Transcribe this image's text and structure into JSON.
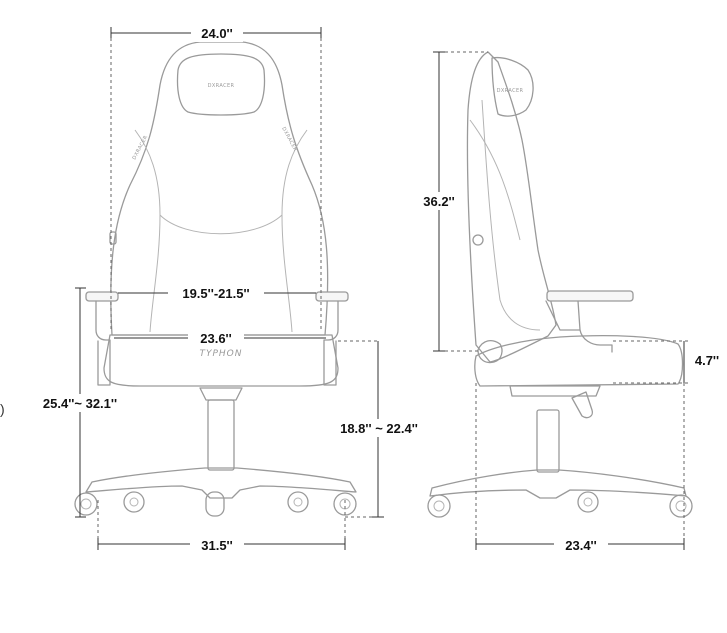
{
  "dimensions": {
    "front_width": "24.0''",
    "armrest_spacing": "19.5''-21.5''",
    "seat_width": "23.6''",
    "overall_height": "25.4''~ 32.1''",
    "seat_height": "18.8'' ~ 22.4''",
    "base_width": "31.5''",
    "backrest_height": "36.2''",
    "seat_thickness": "4.7''",
    "base_depth": "23.4''"
  },
  "branding": {
    "headrest_text": "DXRACER",
    "wing_text_left": "DXRACER",
    "wing_text_right": "DXRACER",
    "side_headrest_text": "DXRACER",
    "seat_logo": "TYPHON"
  },
  "edge_mark": ")"
}
